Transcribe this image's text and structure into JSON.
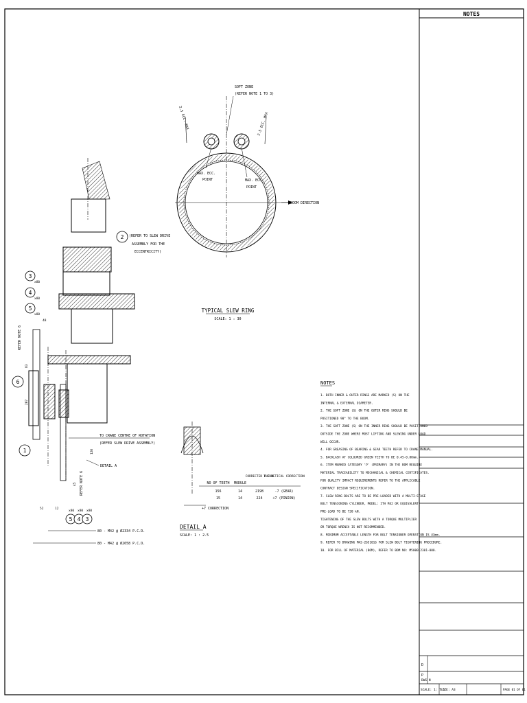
{
  "title_block": {
    "notes_header": "NOTES",
    "row_d": "D",
    "row_p": "P",
    "dwg_no": "DWG N",
    "scale": "SCALE: 1: 7.5",
    "size": "SIZE: A3",
    "page": "PAGE 01 OF 01"
  },
  "slew_ring": {
    "title": "TYPICAL SLEW RING",
    "scale": "SCALE: 1 : 30",
    "soft_zone_line1": "SOFT ZONE",
    "soft_zone_line2": "(REFER NOTE 1 TO 3)",
    "ecc_max_left": "2.5 ECC. MAX",
    "ecc_max_right": "2.5 ECC. MAX",
    "max_ecc_line1": "MAX. ECC.",
    "max_ecc_line2": "POINT",
    "boom_direction": "BOOM DIRECTION"
  },
  "section": {
    "callout_2": "2",
    "callout_2_text_1": "(REFER TO SLEW DRIVE",
    "callout_2_text_2": "ASSEMBLY FOR THE",
    "callout_2_text_3": "ECCENTRICITY)",
    "callout_3": "3",
    "callout_4": "4",
    "callout_5": "5",
    "callout_6": "6",
    "callout_1": "1",
    "refer_note6_top": "REFER NOTE 6",
    "refer_note6_bottom": "REFER NOTE 6",
    "dim_x80": "x80",
    "dim_48": "48",
    "dim_83": "83",
    "dim_207": "207",
    "dim_120": "120",
    "dim_45": "45",
    "dim_52": "52",
    "dim_12": "12",
    "crane_centre_1": "TO CRANE CENTRE OF ROTATION",
    "crane_centre_2": "(REFER SLEW DRIVE ASSEMBLY)",
    "detail_a_ref": "DETAIL A",
    "bolt_callout_1": "80 - M42 @ Ø2334 P.C.D.",
    "bolt_callout_2": "80 - M42 @ Ø2658 P.C.D."
  },
  "detail_a": {
    "title": "DETAIL A",
    "scale": "SCALE: 1 : 2.5",
    "correction_label": "+7 CORRECTION"
  },
  "gear_table": {
    "headers": [
      "NO OF TEETH",
      "MODULE",
      "CORRECTED P.C.D",
      "THEORETICAL CORRECTION"
    ],
    "rows": [
      [
        "156",
        "14",
        "2198",
        "-7 (GEAR)"
      ],
      [
        "15",
        "14",
        "224",
        "+7 (PINION)"
      ]
    ]
  },
  "notes": {
    "title": "NOTES",
    "lines": [
      "1. BOTH INNER & OUTER RINGS ARE MARKED (S) ON THE",
      "   INTERNAL & EXTERNAL DIAMETER.",
      "2. THE SOFT ZONE (S) ON THE OUTER RING SHOULD BE",
      "   POSITIONED 90° TO THE BOOM.",
      "3. THE SOFT ZONE (S) ON THE INNER RING SHOULD BE POSITIONED",
      "   OUTSIDE THE ZONE WHERE MOST LIFTING AND SLEWING UNDER LOAD",
      "   WILL OCCUR.",
      "4. FOR GREASING OF BEARING & GEAR TEETH REFER TO CRANE MANUAL.",
      "5. BACKLASH AT COLOURED GREEN TEETH TO BE 0.45-0.80mm.",
      "6. ITEM MARKED CATEGORY 'P' (PRIMARY) IN THE BOM REQUIRE",
      "   MATERIAL TRACEABILITY TO MECHANICAL & CHEMICAL CERTIFICATES.",
      "   FOR QUALITY IMPACT REQUIREMENTS REFER TO THE APPLICABLE",
      "   CONTRACT DESIGN SPECIFICATION.",
      "7. SLEW RING BOLTS ARE TO BE PRE-LOADED WITH A MULTI-STAGE",
      "   BOLT TENSIONING CYLINDER, MODEL: ITH M42 OR EQUIVALENT.",
      "   PRE-LOAD TO BE 738 kN.",
      "   TIGHTENING OF THE SLEW BOLTS WITH A TORQUE MULTIPLIER",
      "   OR TORQUE WRENCH IS NOT RECOMMENDED.",
      "8. MINIMUM ACCEPTABLE LENGTH FOR BOLT TENSIONER OPERATION IS 43mm.",
      "9. REFER TO DRAWING M42-2651016 FOR SLEW BOLT TIGHTENING PROCEDURE.",
      "10. FOR BILL OF MATERIAL (BOM), REFER TO BOM NO: M5000-2301-000."
    ]
  }
}
